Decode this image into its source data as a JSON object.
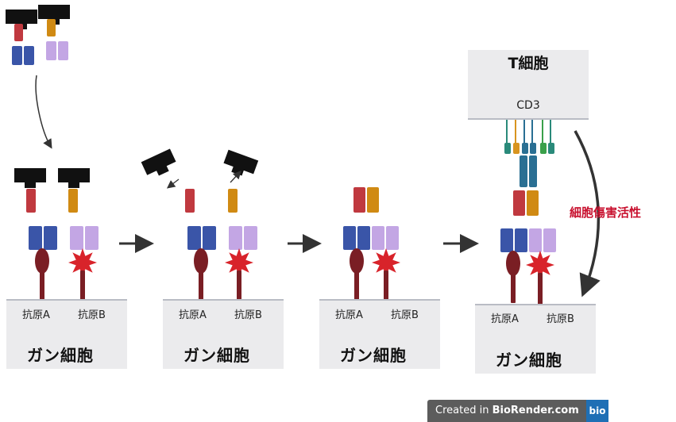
{
  "panels": [
    {
      "antigen_a": "抗原A",
      "antigen_b": "抗原B",
      "cell_name": "ガン細胞"
    },
    {
      "antigen_a": "抗原A",
      "antigen_b": "抗原B",
      "cell_name": "ガン細胞"
    },
    {
      "antigen_a": "抗原A",
      "antigen_b": "抗原B",
      "cell_name": "ガン細胞"
    },
    {
      "antigen_a": "抗原A",
      "antigen_b": "抗原B",
      "cell_name": "ガン細胞"
    }
  ],
  "t_cell": {
    "title": "T細胞",
    "receptor": "CD3"
  },
  "annotation": "細胞傷害活性",
  "credit": {
    "prefix": "Created in ",
    "brand": "BioRender.com",
    "logo": "bio"
  },
  "colors": {
    "blue_domain": "#3a55a8",
    "purple_domain": "#c3a6e4",
    "red_domain": "#c0393f",
    "orange_domain": "#d08a13",
    "mask": "#111111",
    "antigen_a": "#7a1e24",
    "antigen_b_star": "#d8232a",
    "cell": "#ebebed",
    "accent_text": "#c8102e"
  }
}
